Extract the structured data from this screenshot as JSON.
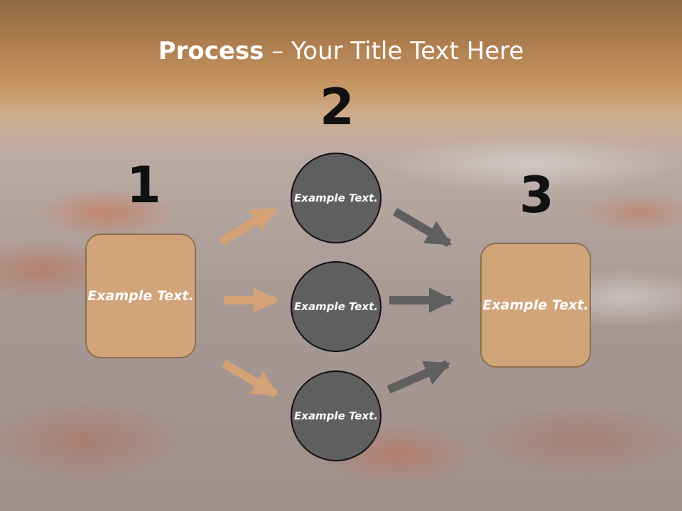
{
  "title": {
    "bold": "Process",
    "rest": " – Your Title Text Here"
  },
  "numbers": [
    "1",
    "2",
    "3"
  ],
  "left_box": {
    "text": "Example Text."
  },
  "circles": [
    {
      "text": "Example Text."
    },
    {
      "text": "Example Text."
    },
    {
      "text": "Example Text."
    }
  ],
  "right_box": {
    "text": "Example Text."
  },
  "colors": {
    "box_fill": "#d1a47a",
    "circle_fill": "#5f5f5f",
    "tan_arrow": "#d4a276",
    "gray_arrow": "#5f5f5f"
  }
}
